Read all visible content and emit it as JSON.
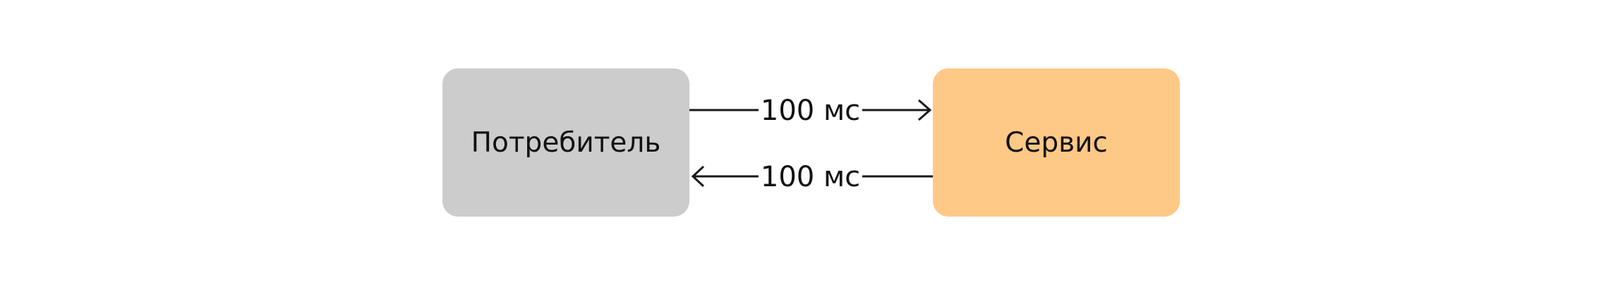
{
  "nodes": {
    "consumer": {
      "label": "Потребитель",
      "color": "#cccccc"
    },
    "service": {
      "label": "Сервис",
      "color": "#fec987"
    }
  },
  "edges": {
    "request": {
      "label": "100 мс",
      "from": "consumer",
      "to": "service"
    },
    "response": {
      "label": "100 мс",
      "from": "service",
      "to": "consumer"
    }
  },
  "colors": {
    "line": "#1a1a1a",
    "text": "#111111"
  }
}
